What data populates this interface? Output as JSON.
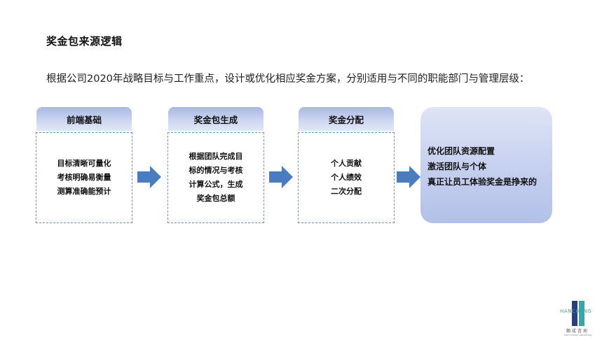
{
  "title": "奖金包来源逻辑",
  "subtitle": "根据公司2020年战略目标与工作重点，设计或优化相应奖金方案，分别适用与不同的职能部门与管理层级：",
  "stages": [
    {
      "header": "前端基础",
      "lines": [
        "目标清晰可量化",
        "考核明确易衡量",
        "测算准确能预计"
      ]
    },
    {
      "header": "奖金包生成",
      "lines": [
        "根据团队完成目",
        "标的情况与考核",
        "计算公式，生成",
        "奖金包总额"
      ]
    },
    {
      "header": "奖金分配",
      "lines": [
        "个人贡献",
        "个人绩效",
        "二次分配"
      ]
    }
  ],
  "result": {
    "lines": [
      "优化团队资源配置",
      "激活团队与个体",
      "真正让员工体验奖金是挣来的"
    ]
  },
  "logo": {
    "text": "HANCHENG",
    "cn": "翰 成 咨 询",
    "en": "Han Cheng Consulting"
  },
  "colors": {
    "header_gradient_top": "#a9b8e4",
    "dashed_border": "#6f8fc8",
    "arrow": "#4a7cc0",
    "result_fill": "#c2cdee"
  },
  "icons": {
    "arrow": "right-arrow-icon"
  }
}
